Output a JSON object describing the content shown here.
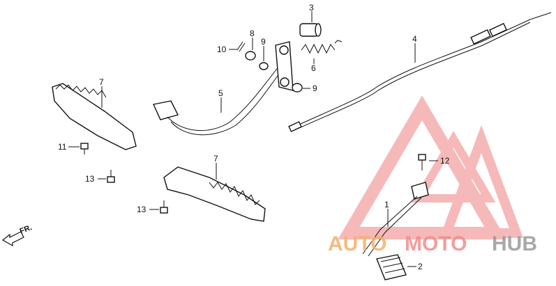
{
  "callouts": {
    "c1": "1",
    "c2": "2",
    "c3": "3",
    "c4": "4",
    "c5": "5",
    "c6": "6",
    "c7a": "7",
    "c7b": "7",
    "c8": "8",
    "c9a": "9",
    "c9b": "9",
    "c10": "10",
    "c11": "11",
    "c12": "12",
    "c13a": "13",
    "c13b": "13"
  },
  "direction_label": "FR.",
  "watermark": {
    "part1": "AUTO",
    "part2": "MOTO",
    "part3": "HUB",
    "colors": {
      "auto": "#f3b06b",
      "moto": "#f28c8c",
      "hub": "#9a9a9a",
      "triangle": "#f08080"
    }
  }
}
